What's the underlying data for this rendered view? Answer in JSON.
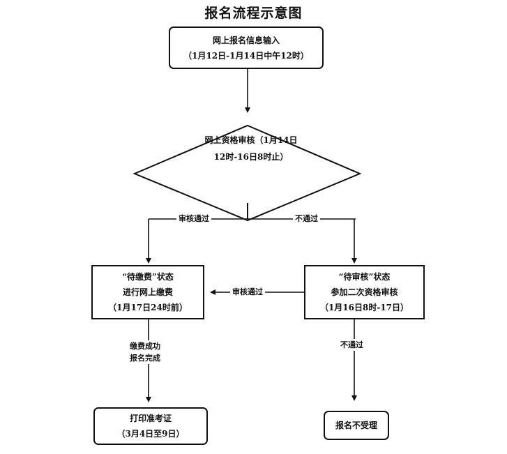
{
  "title": "报名流程示意图",
  "nodes": {
    "input": {
      "lines": [
        "网上报名信息输入",
        "（1月12日-1月14日中午12时）"
      ]
    },
    "review": {
      "lines": [
        "网上资格审核（1月14日",
        "12时-16日8时止）"
      ]
    },
    "pending_payment": {
      "lines": [
        "“待缴费”状态",
        "进行网上缴费",
        "（1月17日24时前）"
      ]
    },
    "pending_review": {
      "lines": [
        "“待审核”状态",
        "参加二次资格审核",
        "（1月16日8时-17日）"
      ]
    },
    "print_ticket": {
      "lines": [
        "打印准考证",
        "（3月4日至9日）"
      ]
    },
    "rejected": {
      "lines": [
        "报名不受理"
      ]
    }
  },
  "edges": {
    "review_pass": "审核通过",
    "review_fail": "不通过",
    "second_review_pass": "审核通过",
    "payment_done": [
      "缴费成功",
      "报名完成"
    ],
    "second_review_fail": "不通过"
  },
  "colors": {
    "stroke": "#111111",
    "background": "#ffffff"
  }
}
